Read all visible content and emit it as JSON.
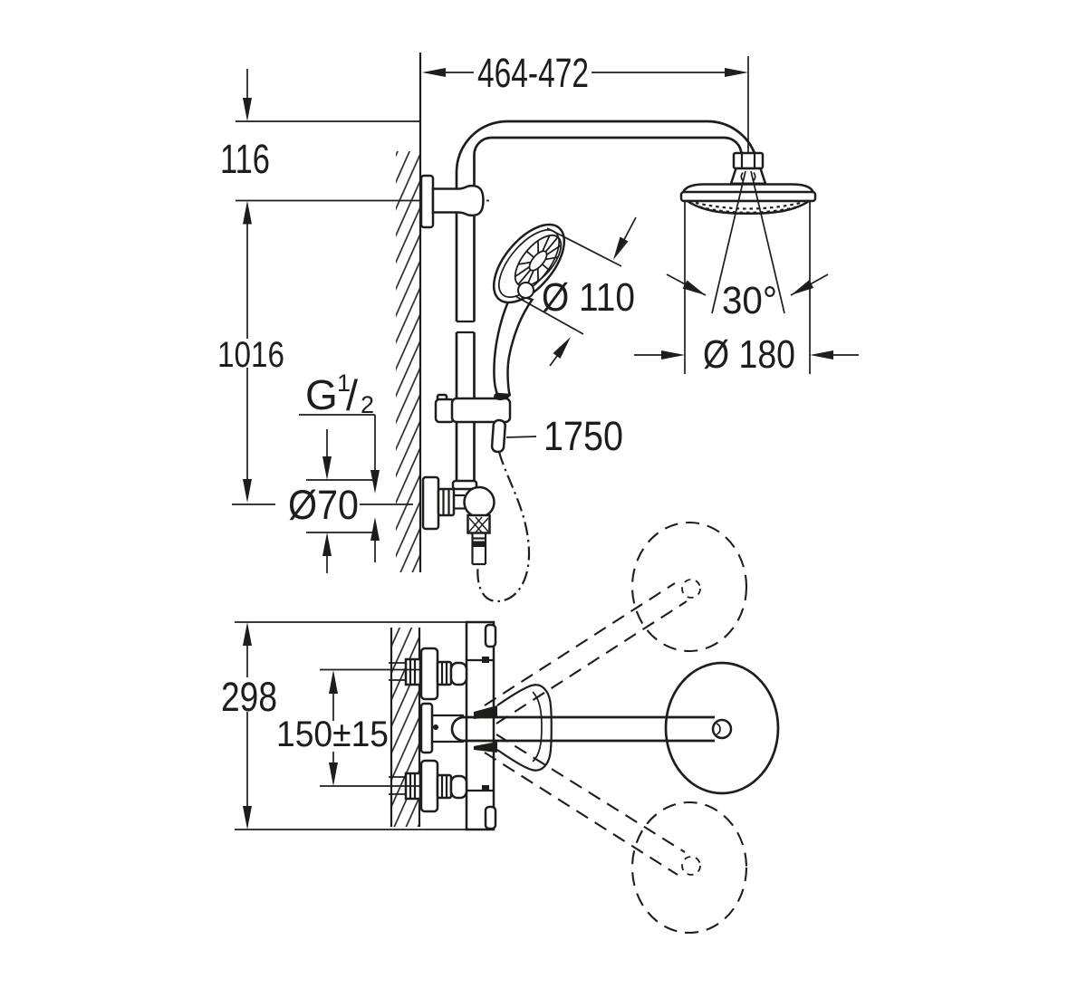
{
  "page": {
    "background": "#ffffff",
    "line_color": "#1d1d1b",
    "description": "Technical dimensional drawing of a wall-mounted shower system (side elevation and plan view)"
  },
  "labels": {
    "arm_reach": "464-472",
    "head_offset": "116",
    "riser_height": "1016",
    "hand_shower_diameter": "Ø 110",
    "spray_angle": "30°",
    "head_diameter": "Ø 180",
    "hose_length": "1750",
    "thread_g": "G",
    "thread_numerator": "1",
    "thread_slash": "/",
    "thread_denominator": "2",
    "escutcheon_diameter": "Ø70",
    "body_height": "298",
    "inlet_spacing": "150±15"
  }
}
